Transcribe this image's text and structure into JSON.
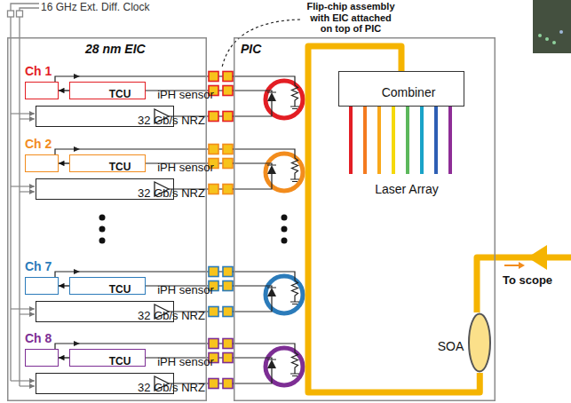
{
  "diagram": {
    "nodes": [
      {
        "text": [
          "28 nm EIC"
        ]
      },
      {
        "text": [
          "TCU"
        ],
        "in": 0
      },
      {
        "text": [
          "iPH sensor"
        ],
        "in": 0
      },
      {
        "text": [
          "32 Gb/s NRZ"
        ],
        "in": 0
      },
      {
        "text": [
          "TCU"
        ],
        "in": 0
      },
      {
        "text": [
          "iPH sensor"
        ],
        "in": 0
      },
      {
        "text": [
          "32 Gb/s NRZ"
        ],
        "in": 0
      },
      {
        "text": [
          "TCU"
        ],
        "in": 0
      },
      {
        "text": [
          "iPH sensor"
        ],
        "in": 0
      },
      {
        "text": [
          "32 Gb/s NRZ"
        ],
        "in": 0
      },
      {
        "text": [
          "TCU"
        ],
        "in": 0
      },
      {
        "text": [
          "iPH sensor"
        ],
        "in": 0
      },
      {
        "text": [
          "32 Gb/s NRZ"
        ],
        "in": 0
      },
      {
        "text": [
          "PIC"
        ]
      },
      {
        "text": [
          "Combiner"
        ],
        "in": 13
      },
      {
        "text": [
          "Laser Array"
        ],
        "in": 13
      },
      {
        "text": [
          "SOA"
        ],
        "in": 13
      }
    ],
    "edges": [
      {
        "from": 2,
        "to": 1,
        "arrow": "to"
      },
      {
        "from": 5,
        "to": 4,
        "arrow": "to"
      },
      {
        "from": 8,
        "to": 7,
        "arrow": "to"
      },
      {
        "from": 11,
        "to": 10,
        "arrow": "to"
      },
      {
        "from": 14,
        "to": 16,
        "arrow": "none"
      }
    ],
    "labels": [
      "16 GHz Ext. Diff. Clock",
      "Flip-chip assembly with EIC attached on top of PIC",
      "Ch 1",
      "Ch 2",
      "Ch 7",
      "Ch 8",
      "To scope"
    ]
  }
}
